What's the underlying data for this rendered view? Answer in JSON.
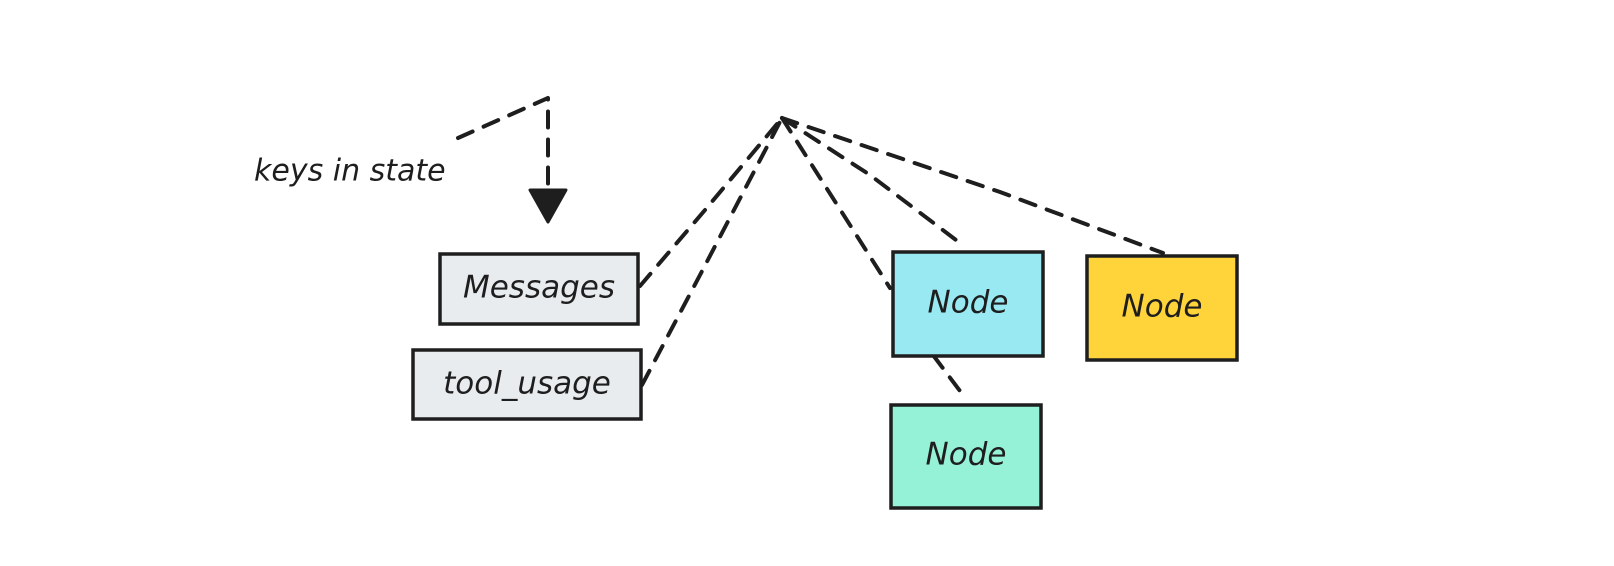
{
  "annotation": {
    "text": "keys in state"
  },
  "state_keys": [
    {
      "label": "Messages",
      "fill": "#e9ecef"
    },
    {
      "label": "tool_usage",
      "fill": "#e9ecef"
    }
  ],
  "nodes": [
    {
      "label": "Node",
      "fill": "#99e9f2"
    },
    {
      "label": "Node",
      "fill": "#ffd43b"
    },
    {
      "label": "Node",
      "fill": "#96f2d7"
    }
  ],
  "colors": {
    "stroke": "#1e1e1e",
    "background": "#ffffff"
  }
}
